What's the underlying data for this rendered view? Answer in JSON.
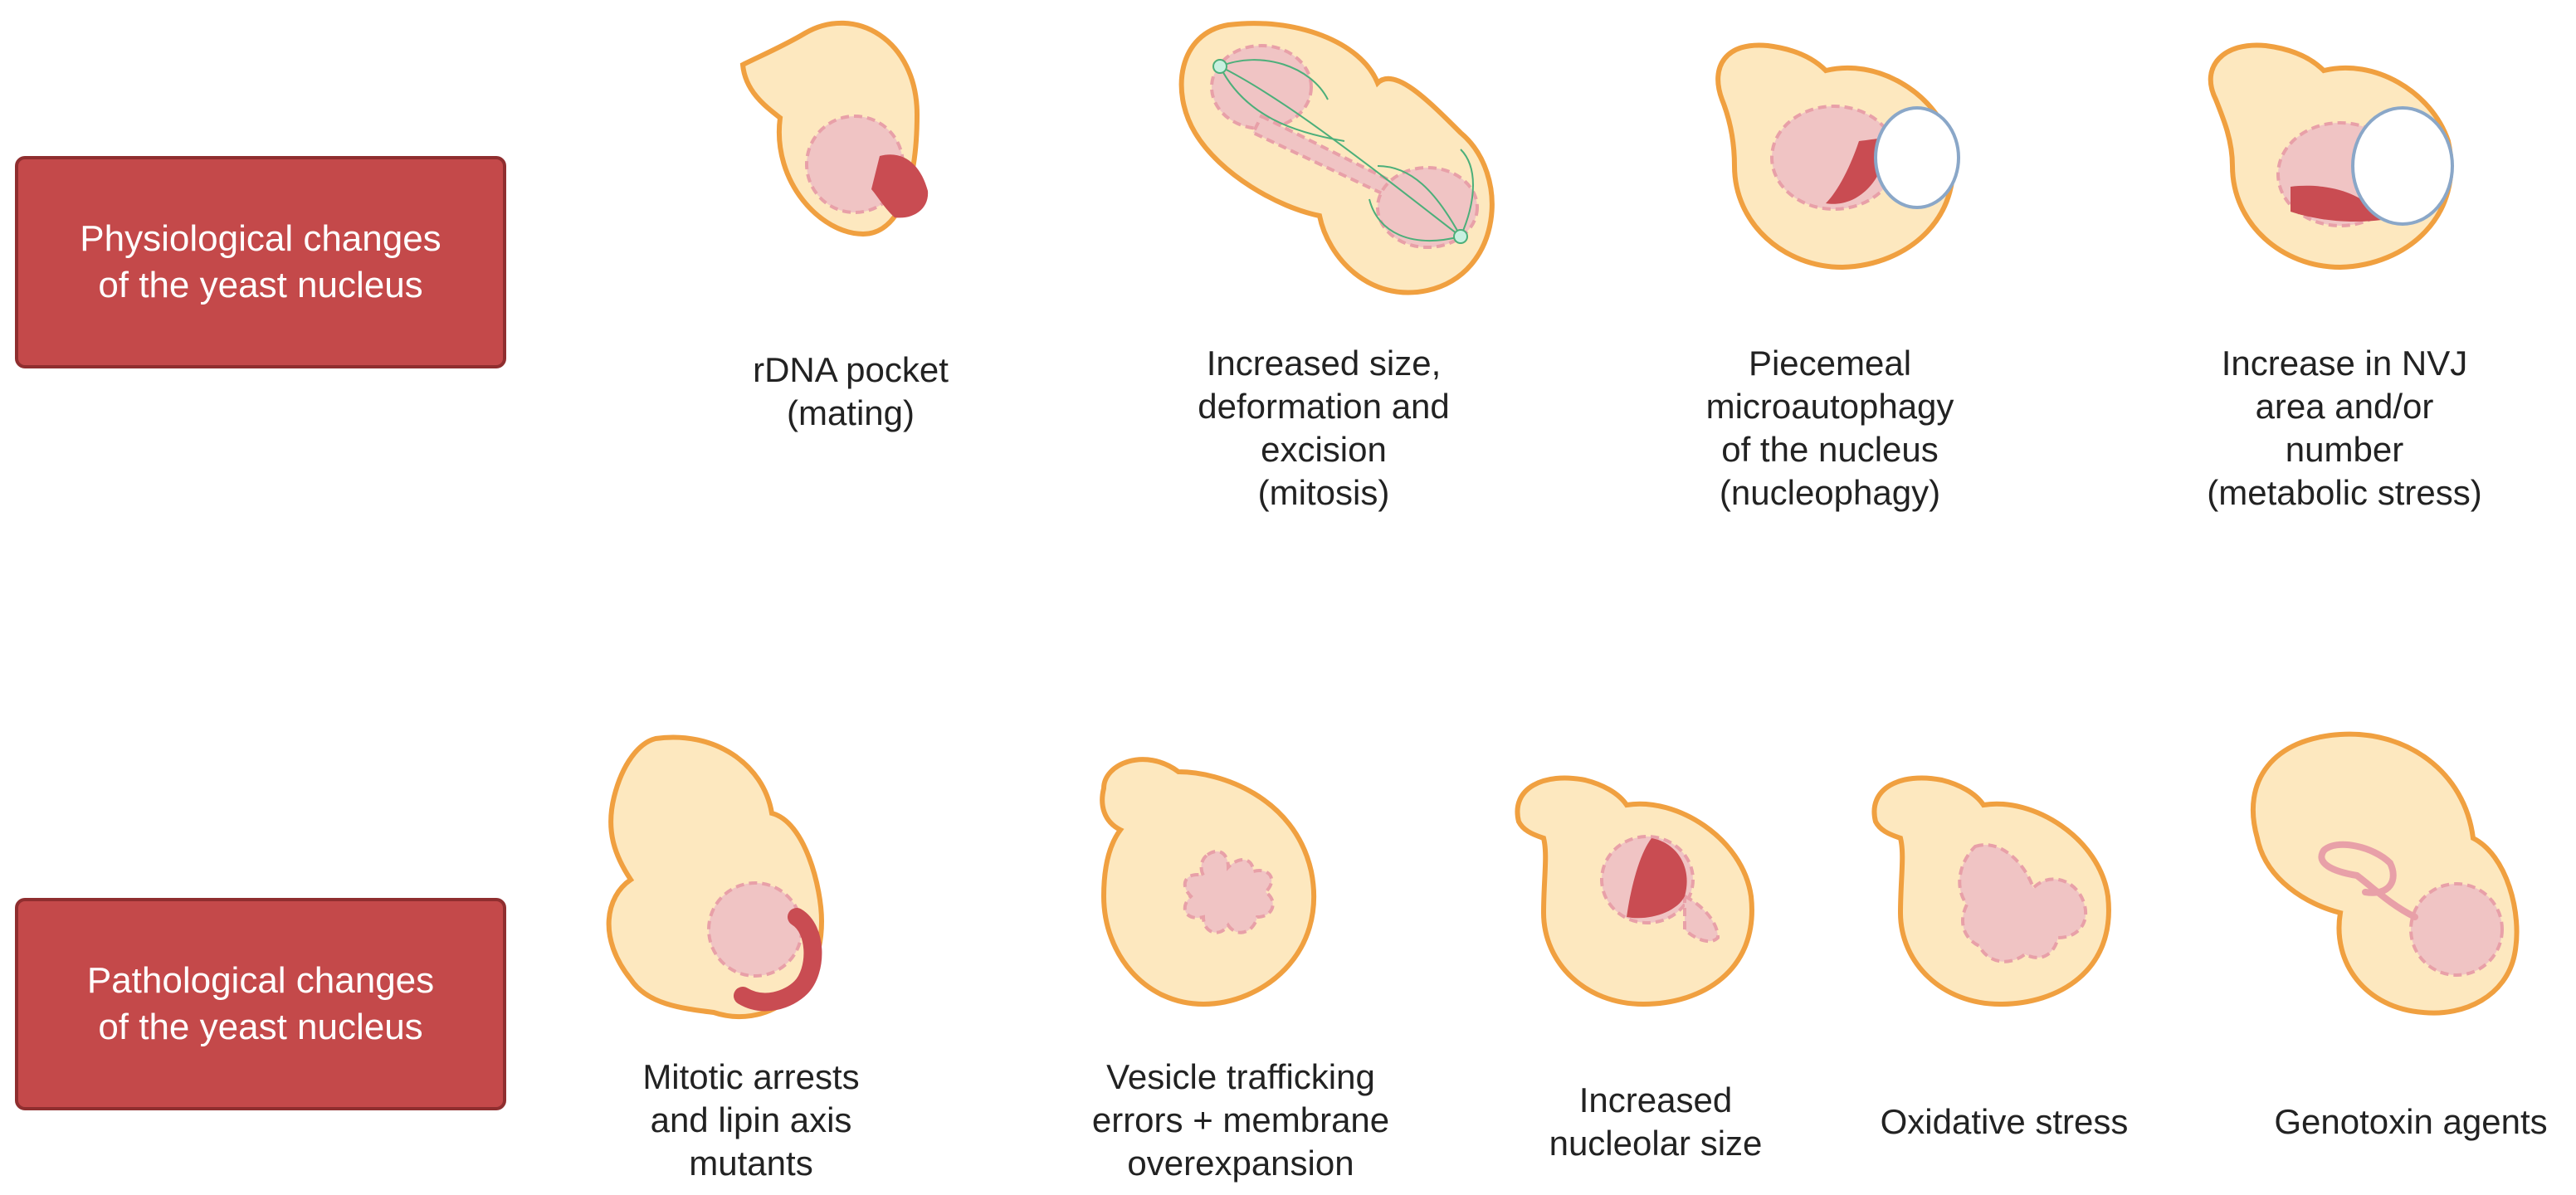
{
  "rows": {
    "physiological": {
      "line1": "Physiological changes",
      "line2": "of the yeast nucleus"
    },
    "pathological": {
      "line1": "Pathological changes",
      "line2": "of the yeast nucleus"
    }
  },
  "captions": {
    "rdna": [
      "rDNA pocket",
      "(mating)"
    ],
    "mitosis": [
      "Increased size,",
      "deformation and",
      "excision",
      "(mitosis)"
    ],
    "nucleophagy": [
      "Piecemeal",
      "microautophagy",
      "of the nucleus",
      "(nucleophagy)"
    ],
    "nvj": [
      "Increase in NVJ",
      "area and/or",
      "number",
      "(metabolic stress)"
    ],
    "mitotic": [
      "Mitotic arrests",
      "and lipin axis",
      "mutants"
    ],
    "vesicle": [
      "Vesicle trafficking",
      "errors + membrane",
      "overexpansion"
    ],
    "nucleolar": [
      "Increased",
      "nucleolar size"
    ],
    "oxidative": [
      "Oxidative stress"
    ],
    "genotoxin": [
      "Genotoxin agents"
    ]
  },
  "colors": {
    "cell_fill": "#fde8bf",
    "cell_stroke": "#f0a040",
    "nucleus_fill": "#f0c4c4",
    "nucleus_stroke": "#e8a0a8",
    "nucleolus": "#c94c52",
    "vacuole_stroke": "#8aa7c8",
    "box_fill": "#c4494a"
  }
}
